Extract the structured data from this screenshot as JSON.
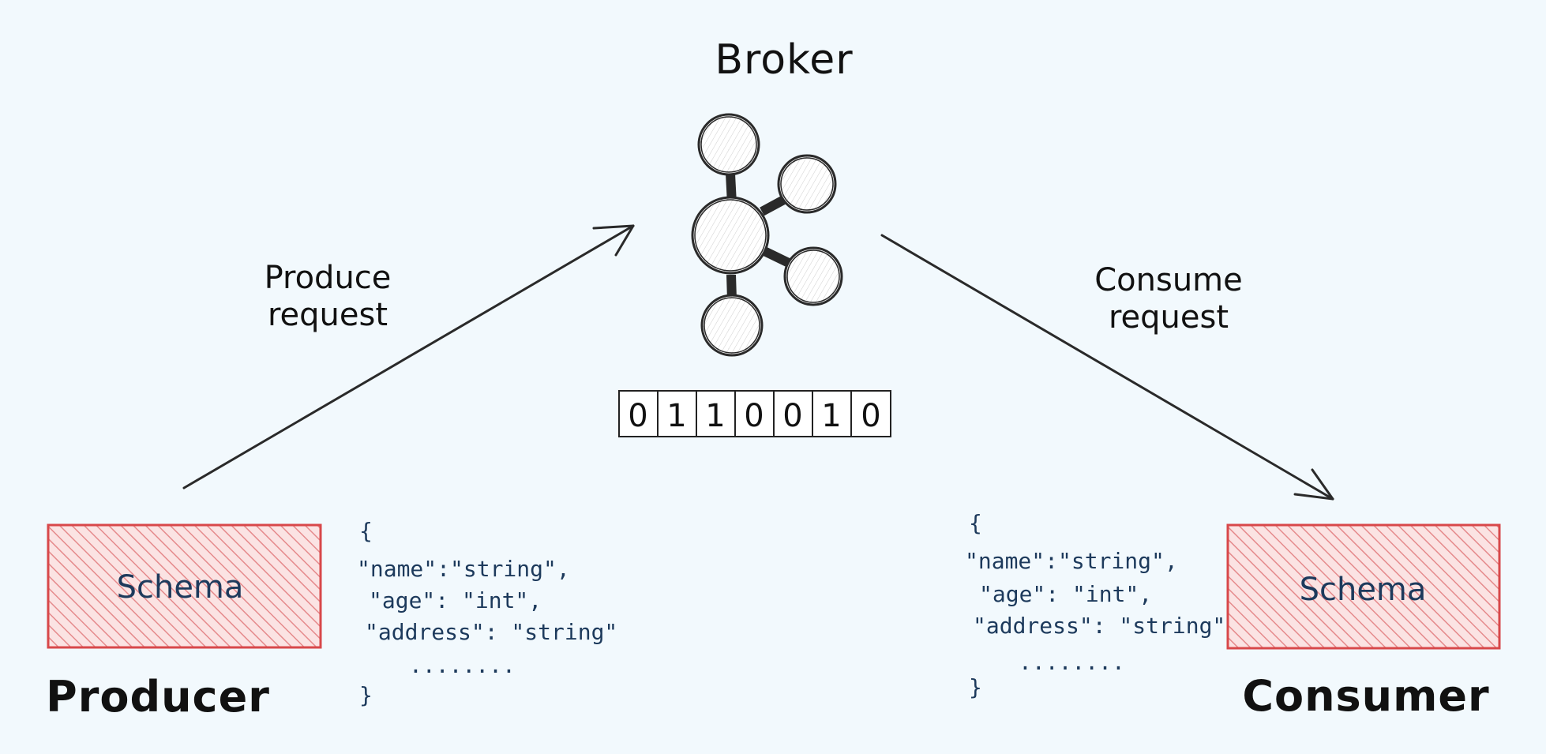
{
  "broker": {
    "title": "Broker",
    "bits": [
      "0",
      "1",
      "1",
      "0",
      "0",
      "1",
      "0"
    ]
  },
  "producer": {
    "title": "Producer",
    "schema_label": "Schema",
    "request_line1": "Produce",
    "request_line2": "request"
  },
  "consumer": {
    "title": "Consumer",
    "schema_label": "Schema",
    "request_line1": "Consume",
    "request_line2": "request"
  },
  "schema_json": {
    "open": "{",
    "name_line": "\"name\":\"string\",",
    "age_line": "\"age\": \"int\",",
    "address_line": "\"address\": \"string\"",
    "ellipsis": "........",
    "close": "}"
  },
  "colors": {
    "background": "#f2f9fd",
    "schema_border": "#d8484a",
    "schema_hatch": "#e88a8c",
    "schema_text": "#1d3a5c",
    "ink": "#111111"
  },
  "icons": {
    "broker": "kafka-broker-icon"
  }
}
